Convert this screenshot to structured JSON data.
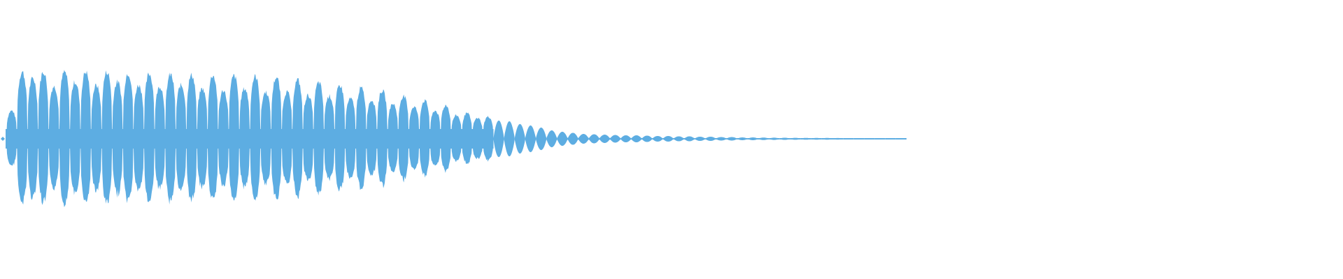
{
  "chart_data": {
    "type": "area",
    "title": "",
    "xlabel": "",
    "ylabel": "",
    "ylim": [
      -1,
      1
    ],
    "grid": false,
    "legend": "none",
    "symmetric_waveform": true,
    "series": [
      {
        "color": "#5dade2",
        "pulse_amplitudes": [
          0.42,
          1.0,
          0.9,
          1.0,
          0.78,
          1.0,
          0.85,
          1.0,
          0.8,
          1.0,
          0.85,
          0.98,
          0.8,
          0.97,
          0.78,
          0.96,
          0.8,
          0.95,
          0.75,
          0.95,
          0.72,
          0.94,
          0.75,
          0.93,
          0.7,
          0.92,
          0.7,
          0.88,
          0.65,
          0.84,
          0.64,
          0.8,
          0.6,
          0.76,
          0.58,
          0.72,
          0.52,
          0.64,
          0.48,
          0.57,
          0.42,
          0.5,
          0.35,
          0.38,
          0.31,
          0.33,
          0.26,
          0.25,
          0.21,
          0.19,
          0.16,
          0.12,
          0.1,
          0.085,
          0.07,
          0.065,
          0.06,
          0.055,
          0.05,
          0.05,
          0.045,
          0.04,
          0.04,
          0.035,
          0.035,
          0.03,
          0.03,
          0.025,
          0.025,
          0.02,
          0.02,
          0.018,
          0.016,
          0.015,
          0.014,
          0.013,
          0.012,
          0.012,
          0.011,
          0.01,
          0.01,
          0.01,
          0.01,
          0.01,
          0.01
        ]
      }
    ]
  }
}
